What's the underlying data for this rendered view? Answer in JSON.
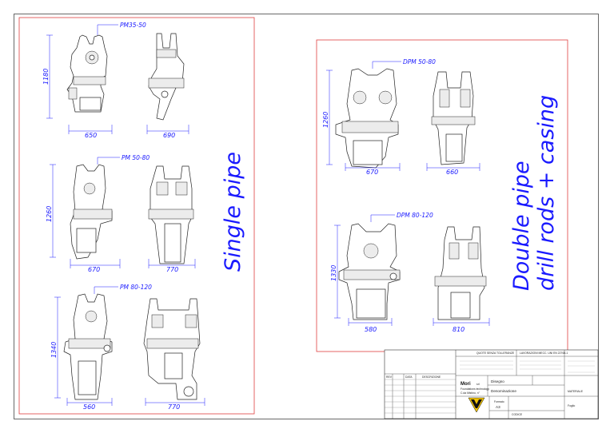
{
  "left_panel": {
    "title": "Single pipe",
    "models": [
      {
        "name": "PM35-50",
        "height": "1180",
        "width_front": "650",
        "width_side": "690"
      },
      {
        "name": "PM 50-80",
        "height": "1260",
        "width_front": "670",
        "width_side": "770"
      },
      {
        "name": "PM 80-120",
        "height": "1340",
        "width_front": "560",
        "width_side": "770"
      }
    ]
  },
  "right_panel": {
    "title_line1": "Double pipe",
    "title_line2": "drill rods + casing",
    "models": [
      {
        "name": "DPM 50-80",
        "height": "1260",
        "width_front": "670",
        "width_side": "660"
      },
      {
        "name": "DPM 80-120",
        "height": "1330",
        "width_front": "580",
        "width_side": "810"
      }
    ]
  },
  "title_block": {
    "company": "Mori",
    "company_suffix": "srl",
    "subtitle": "Foundations technology",
    "address": "C.da Mistino, n°",
    "tolerances_header": "QUOTE SENZA TOLLERANZE",
    "tolerances_header2": "LAVORAZIONI MECC. UNI EN 22768-1",
    "label_rev": "REV",
    "label_data": "DATA",
    "label_descr": "DESCRIZIONE",
    "label_disegno": "Disegno",
    "label_denominazione": "Denominazione",
    "label_formato": "Formato",
    "formato_value": "A3",
    "label_foglio": "Foglio",
    "label_materiale": "MATERIALE",
    "label_codice": "CODICE"
  }
}
